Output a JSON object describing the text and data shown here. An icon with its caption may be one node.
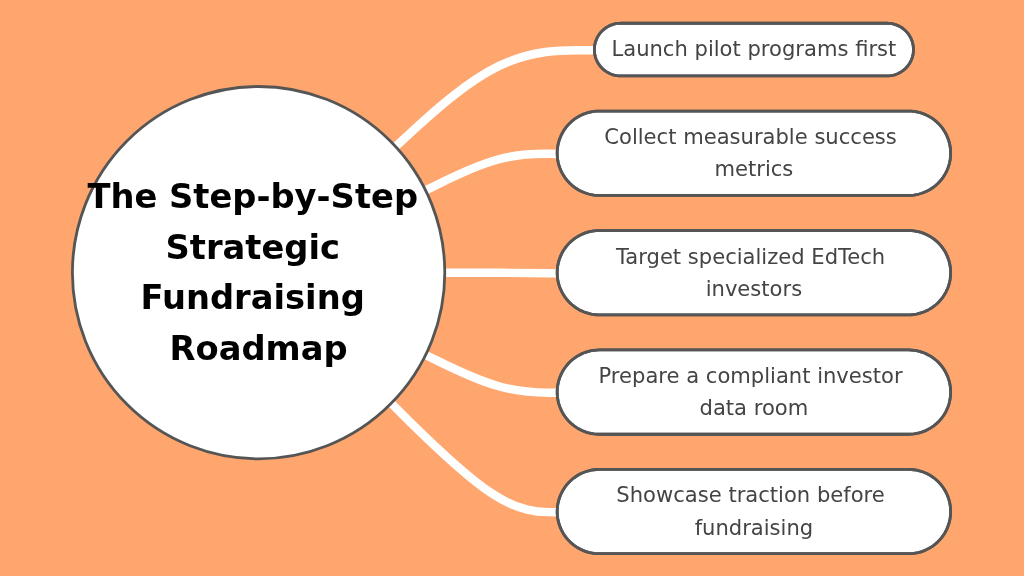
{
  "diagram": {
    "nodes": [
      {
        "text": [
          "The Step-by-Step Strategic Fundraising Roadmap"
        ]
      },
      {
        "text": [
          "Launch pilot programs first"
        ]
      },
      {
        "text": [
          "Collect measurable success metrics"
        ]
      },
      {
        "text": [
          "Target specialized EdTech investors"
        ]
      },
      {
        "text": [
          "Prepare a compliant investor data room"
        ]
      },
      {
        "text": [
          "Showcase traction before fundraising"
        ]
      }
    ],
    "edges": [
      {
        "from": 0,
        "to": 1,
        "arrow": "none"
      },
      {
        "from": 0,
        "to": 2,
        "arrow": "none"
      },
      {
        "from": 0,
        "to": 3,
        "arrow": "none"
      },
      {
        "from": 0,
        "to": 4,
        "arrow": "none"
      },
      {
        "from": 0,
        "to": 5,
        "arrow": "none"
      }
    ]
  }
}
